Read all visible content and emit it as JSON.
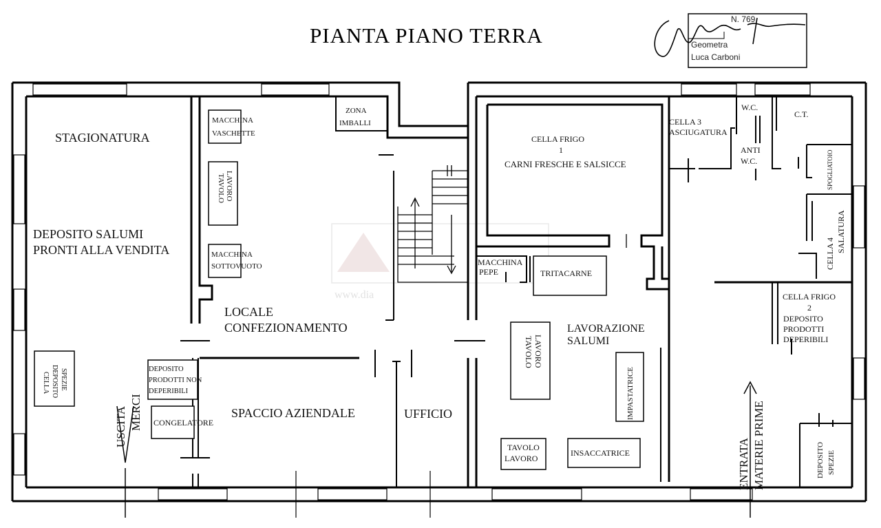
{
  "title": "PIANTA   PIANO   TERRA",
  "stamp": {
    "number": "N. 769",
    "profession": "Geometra",
    "name": "Luca Carboni"
  },
  "watermark": "www.dia",
  "rooms": {
    "stagionatura": "STAGIONATURA",
    "deposito_salumi_1": "DEPOSITO  SALUMI",
    "deposito_salumi_2": "PRONTI  ALLA VENDITA",
    "cella_deposito_spezie": [
      "CELLA",
      "DEPOSITO",
      "SPEZIE"
    ],
    "uscita_merci": [
      "USCITA",
      "MERCI"
    ],
    "locale_confezionamento": [
      "LOCALE",
      "CONFEZIONAMENTO"
    ],
    "macchina_vaschette": [
      "MACCHINA",
      "VASCHETTE"
    ],
    "tavolo_lavoro_left": [
      "TAVOLO",
      "LAVORO"
    ],
    "macchina_sottovuoto": [
      "MACCHINA",
      "SOTTOVUOTO"
    ],
    "zona_imballi": [
      "ZONA",
      "IMBALLI"
    ],
    "deposito_non_deperibili": [
      "DEPOSITO",
      "PRODOTTI NON",
      "DEPERIBILI"
    ],
    "congelatore": "CONGELATORE",
    "spaccio_aziendale": "SPACCIO AZIENDALE",
    "ufficio": "UFFICIO",
    "cella_frigo_1": [
      "CELLA FRIGO",
      "1",
      "CARNI FRESCHE E SALSICCE"
    ],
    "macchina_pepe": [
      "MACCHINA",
      "PEPE"
    ],
    "tritacarne": "TRITACARNE",
    "lavorazione_salumi": [
      "LAVORAZIONE",
      "SALUMI"
    ],
    "tavolo_lavoro_center": [
      "TAVOLO",
      "LAVORO"
    ],
    "impastatrice": "IMPASTATRICE",
    "tavolo_lavoro_small": [
      "TAVOLO",
      "LAVORO"
    ],
    "insaccatrice": "INSACCATRICE",
    "cella_3": [
      "CELLA  3",
      "ASCIUGATURA"
    ],
    "wc": "W.C.",
    "anti_wc": [
      "ANTI",
      "W.C."
    ],
    "ct": "C.T.",
    "spogliatoio": "SPOGLIATOIO",
    "cella_4": [
      "CELLA 4",
      "SALATURA"
    ],
    "cella_frigo_2": [
      "CELLA FRIGO",
      "2",
      "DEPOSITO",
      "PRODOTTI",
      "DEPERIBILI"
    ],
    "entrata": [
      "ENTRATA",
      "MATERIE PRIME"
    ],
    "deposito_spezie_right": [
      "DEPOSITO",
      "SPEZIE"
    ]
  }
}
